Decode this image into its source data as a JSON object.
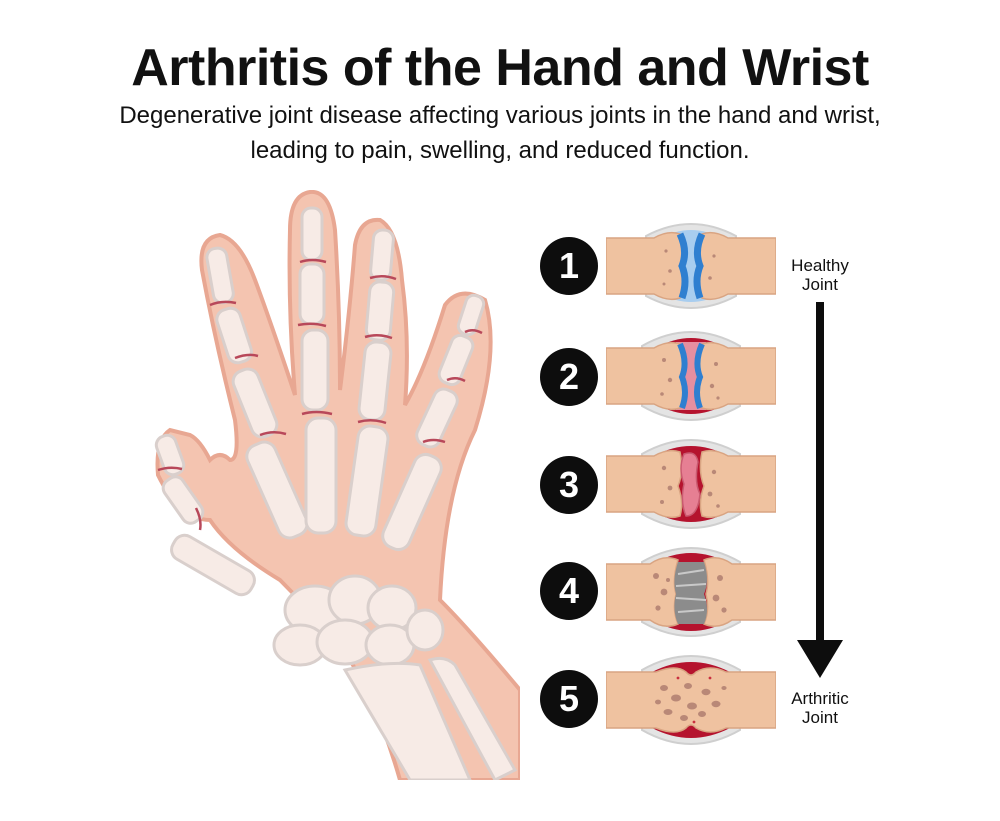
{
  "header": {
    "title": "Arthritis of the Hand and Wrist",
    "subtitle_line1": "Degenerative joint disease affecting various joints in the hand and wrist,",
    "subtitle_line2": "leading to pain, swelling, and reduced function."
  },
  "illustration": {
    "subject": "hand-skeleton-with-arthritic-joints",
    "skin_color": "#f4c4b0",
    "skin_outline": "#e8a792",
    "bone_color": "#f7ebe6",
    "bone_shadow": "#d9cfcc",
    "inflamed_joint_color": "#b8485a"
  },
  "progression": {
    "top_label_line1": "Healthy",
    "top_label_line2": "Joint",
    "bottom_label_line1": "Arthritic",
    "bottom_label_line2": "Joint",
    "arrow_direction": "down",
    "stages": [
      {
        "number": "1",
        "state": "healthy",
        "cartilage_color": "#2f7fd0",
        "fluid_color": "#a8cdef",
        "inflammation": false
      },
      {
        "number": "2",
        "state": "early-inflammation",
        "cartilage_color": "#2f7fd0",
        "fluid_color": "#e58fa0",
        "inflammation": true
      },
      {
        "number": "3",
        "state": "cartilage-loss",
        "cartilage_color": "#e67f93",
        "fluid_color": "#b5132e",
        "inflammation": true
      },
      {
        "number": "4",
        "state": "bone-erosion",
        "cartilage_color": "#8c8c8c",
        "fluid_color": "#b5132e",
        "inflammation": true
      },
      {
        "number": "5",
        "state": "fused-arthritic",
        "cartilage_color": "#c08070",
        "fluid_color": "#b5132e",
        "inflammation": true
      }
    ]
  },
  "colors": {
    "bone": "#efc2a0",
    "bone_dark": "#d9a482",
    "bone_spot": "#b98877",
    "capsule": "#dcdcdc",
    "inflamed": "#b5132e",
    "badge": "#0d0d0d"
  }
}
